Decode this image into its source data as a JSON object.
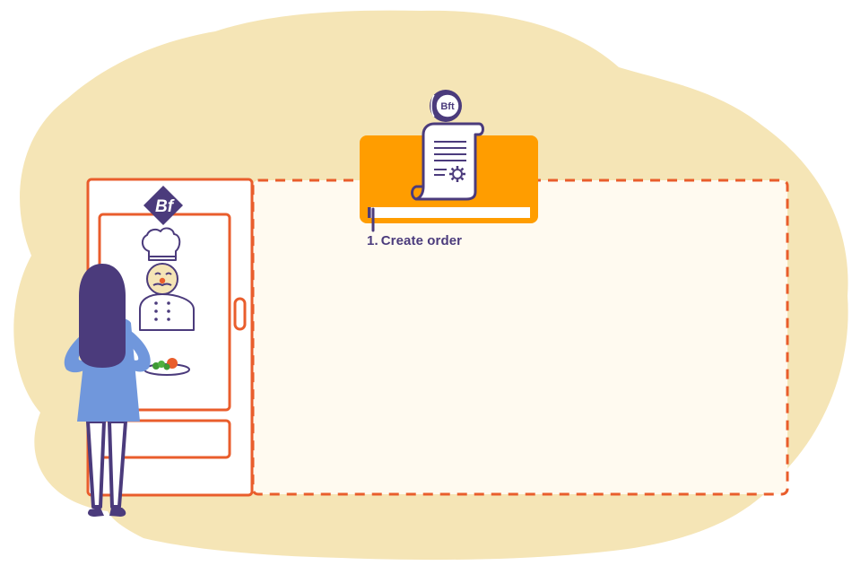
{
  "step": {
    "number": "1.",
    "label": "Create order"
  },
  "logos": {
    "kiosk_logo_text": "Bf",
    "coin_text": "Bft"
  },
  "progress": {
    "fraction": 0.02
  },
  "colors": {
    "cloud": "#f5e5b6",
    "panel_fill": "#fffaf0",
    "accent_orange": "#e95d2c",
    "card_orange": "#ff9d00",
    "purple": "#4b3b7c",
    "shirt_blue": "#7097dc",
    "white": "#ffffff"
  },
  "icons": [
    "kiosk-logo-icon",
    "chef-icon",
    "food-plate-icon",
    "coin-icon",
    "receipt-icon",
    "gear-icon",
    "woman-icon"
  ]
}
